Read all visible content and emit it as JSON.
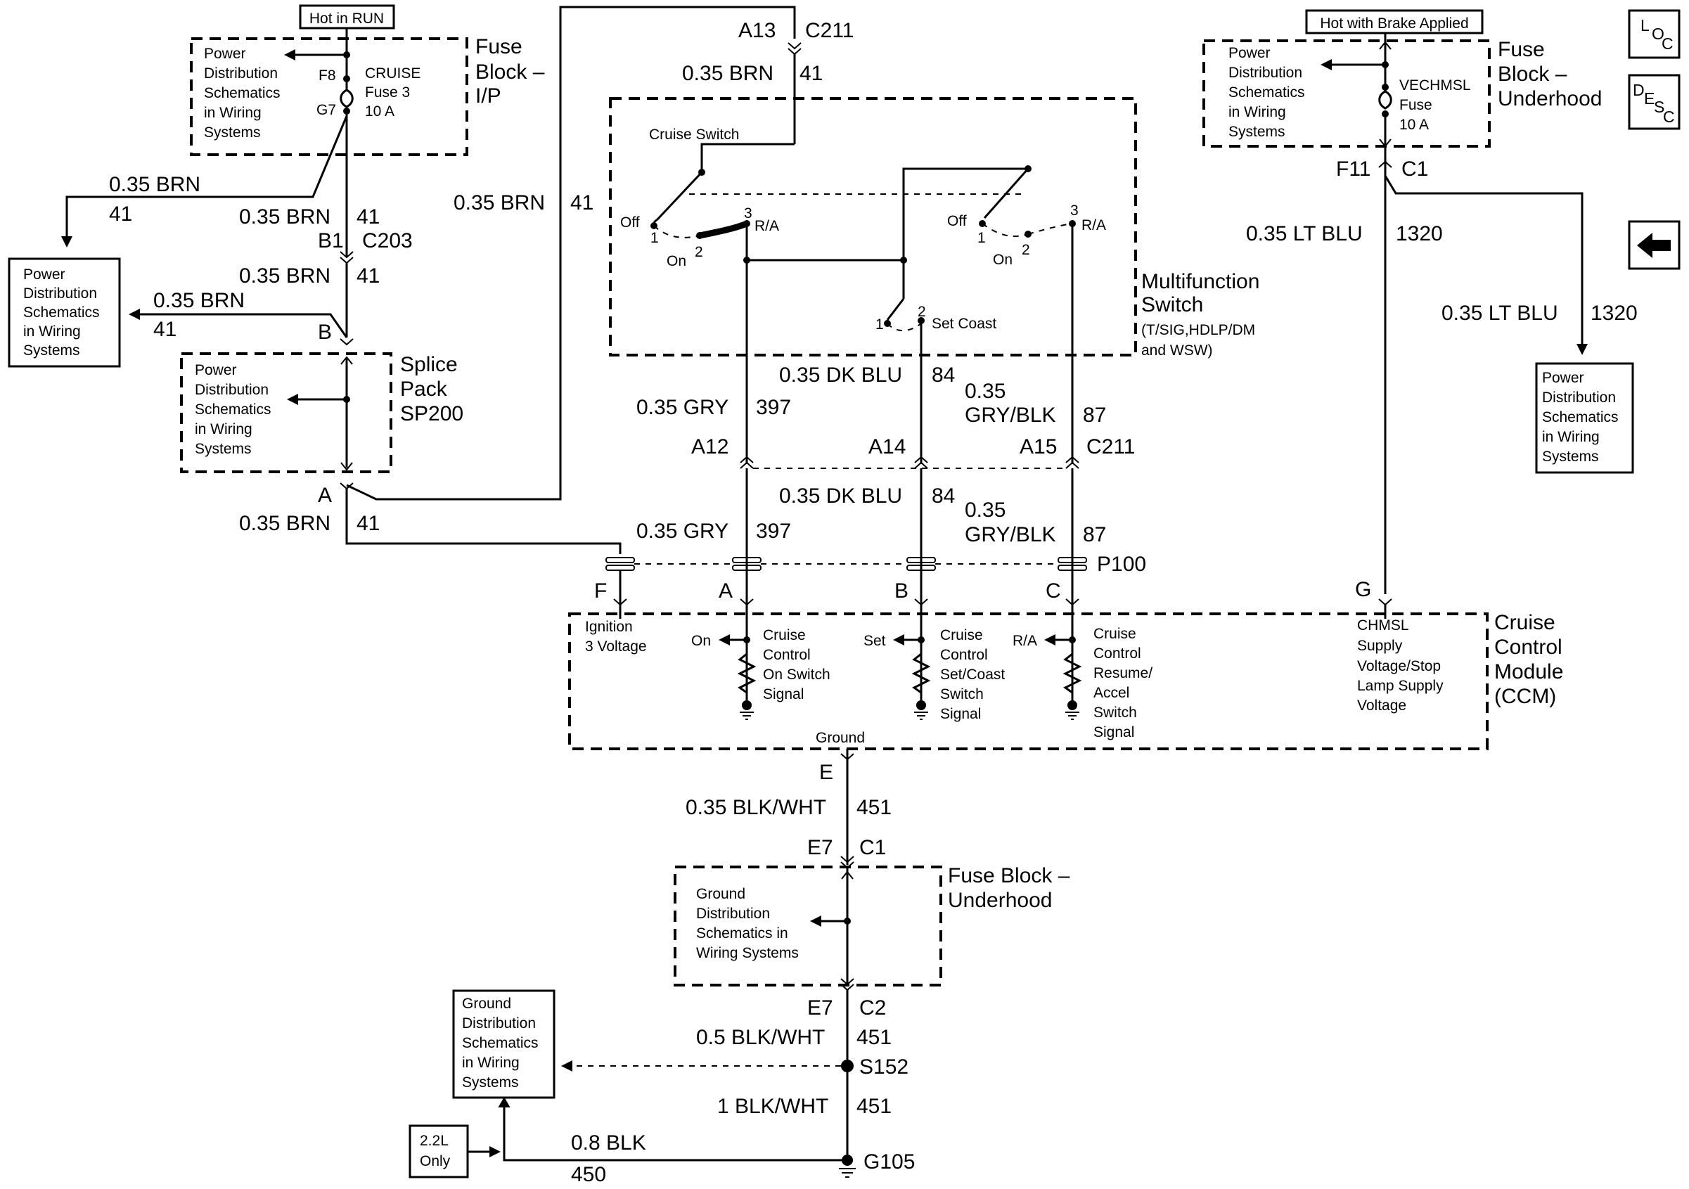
{
  "headers": {
    "hot_in_run": "Hot in RUN",
    "hot_with_brake": "Hot with Brake Applied"
  },
  "side_buttons": {
    "loc": [
      "L",
      "O",
      "C"
    ],
    "desc": [
      "D",
      "E",
      "S",
      "C"
    ],
    "back_icon": "left-arrow-icon"
  },
  "fuse_ip": {
    "title": [
      "Fuse",
      "Block –",
      "I/P"
    ],
    "pds": [
      "Power",
      "Distribution",
      "Schematics",
      "in Wiring",
      "Systems"
    ],
    "f8": "F8",
    "g7": "G7",
    "fuse_label": [
      "CRUISE",
      "Fuse 3",
      "10 A"
    ]
  },
  "fuse_uh_top": {
    "title": [
      "Fuse",
      "Block –",
      "Underhood"
    ],
    "pds": [
      "Power",
      "Distribution",
      "Schematics",
      "in Wiring",
      "Systems"
    ],
    "fuse_label": [
      "VECHMSL",
      "Fuse",
      "10 A"
    ],
    "f11": "F11",
    "c1": "C1"
  },
  "splice": {
    "title": [
      "Splice",
      "Pack",
      "SP200"
    ],
    "pds": [
      "Power",
      "Distribution",
      "Schematics",
      "in Wiring",
      "Systems"
    ],
    "b": "B",
    "a": "A"
  },
  "pds_box_left": [
    "Power",
    "Distribution",
    "Schematics",
    "in Wiring",
    "Systems"
  ],
  "pds_box_right": [
    "Power",
    "Distribution",
    "Schematics",
    "in Wiring",
    "Systems"
  ],
  "gds_box": [
    "Ground",
    "Distribution",
    "Schematics",
    "in Wiring",
    "Systems"
  ],
  "box_22l": [
    "2.2L",
    "Only"
  ],
  "wires": {
    "brn_size": "0.35 BRN",
    "brn_circ": "41",
    "ltblu_size": "0.35 LT BLU",
    "ltblu_circ": "1320",
    "gry_size": "0.35 GRY",
    "gry_circ": "397",
    "dkblu_size": "0.35 DK BLU",
    "dkblu_circ": "84",
    "gryblk_size": [
      "0.35",
      "GRY/BLK"
    ],
    "gryblk_circ": "87",
    "blkwht_035": "0.35 BLK/WHT",
    "blkwht_circ": "451",
    "blkwht_05": "0.5 BLK/WHT",
    "blkwht_1": "1 BLK/WHT",
    "blk_size": "0.8 BLK",
    "blk_circ": "450"
  },
  "connectors": {
    "b1": "B1",
    "c203": "C203",
    "a13": "A13",
    "c211": "C211",
    "a12": "A12",
    "a14": "A14",
    "a15": "A15",
    "p100": "P100",
    "f": "F",
    "a": "A",
    "b": "B",
    "c": "C",
    "g": "G",
    "e": "E",
    "e7": "E7",
    "c1": "C1",
    "c2": "C2",
    "s152": "S152",
    "g105": "G105"
  },
  "multifunction": {
    "title": [
      "Multifunction",
      "Switch"
    ],
    "subtitle": [
      "(T/SIG,HDLP/DM",
      "and WSW)"
    ],
    "cruise_switch": "Cruise Switch",
    "off": "Off",
    "on": "On",
    "ra": "R/A",
    "n1": "1",
    "n2": "2",
    "n3": "3",
    "set_coast": "Set Coast"
  },
  "ccm": {
    "title": [
      "Cruise",
      "Control",
      "Module",
      "(CCM)"
    ],
    "ignition": [
      "Ignition",
      "3 Voltage"
    ],
    "on": "On",
    "set": "Set",
    "ra": "R/A",
    "on_signal": [
      "Cruise",
      "Control",
      "On Switch",
      "Signal"
    ],
    "set_signal": [
      "Cruise",
      "Control",
      "Set/Coast",
      "Switch",
      "Signal"
    ],
    "ra_signal": [
      "Cruise",
      "Control",
      "Resume/",
      "Accel",
      "Switch",
      "Signal"
    ],
    "chmsl": [
      "CHMSL",
      "Supply",
      "Voltage/Stop",
      "Lamp Supply",
      "Voltage"
    ],
    "ground": "Ground"
  },
  "fuse_uh_bottom": {
    "title": [
      "Fuse Block –",
      "Underhood"
    ],
    "gds": [
      "Ground",
      "Distribution",
      "Schematics in",
      "Wiring Systems"
    ]
  }
}
